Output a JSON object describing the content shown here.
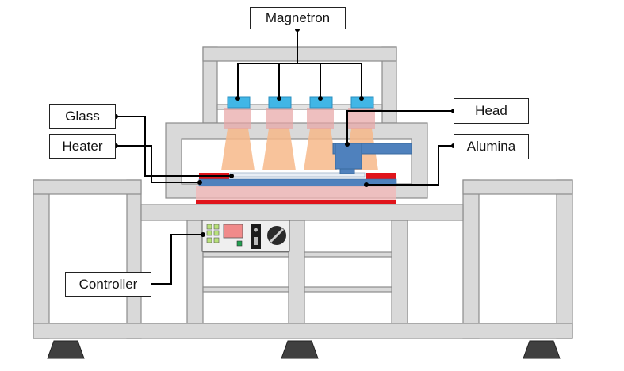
{
  "labels": {
    "magnetron": "Magnetron",
    "glass": "Glass",
    "heater": "Heater",
    "head": "Head",
    "alumina": "Alumina",
    "controller": "Controller"
  },
  "colors": {
    "frame_fill": "#d9d9d9",
    "frame_stroke": "#8c8c8c",
    "magnetron": "#41b6e6",
    "beam": "#f7b98a",
    "heater": "#e0141b",
    "alumina": "#4f81bd",
    "head": "#4f81bd",
    "leader": "#000000"
  },
  "icons": [
    "controller-panel",
    "knob",
    "caster-wheel"
  ]
}
